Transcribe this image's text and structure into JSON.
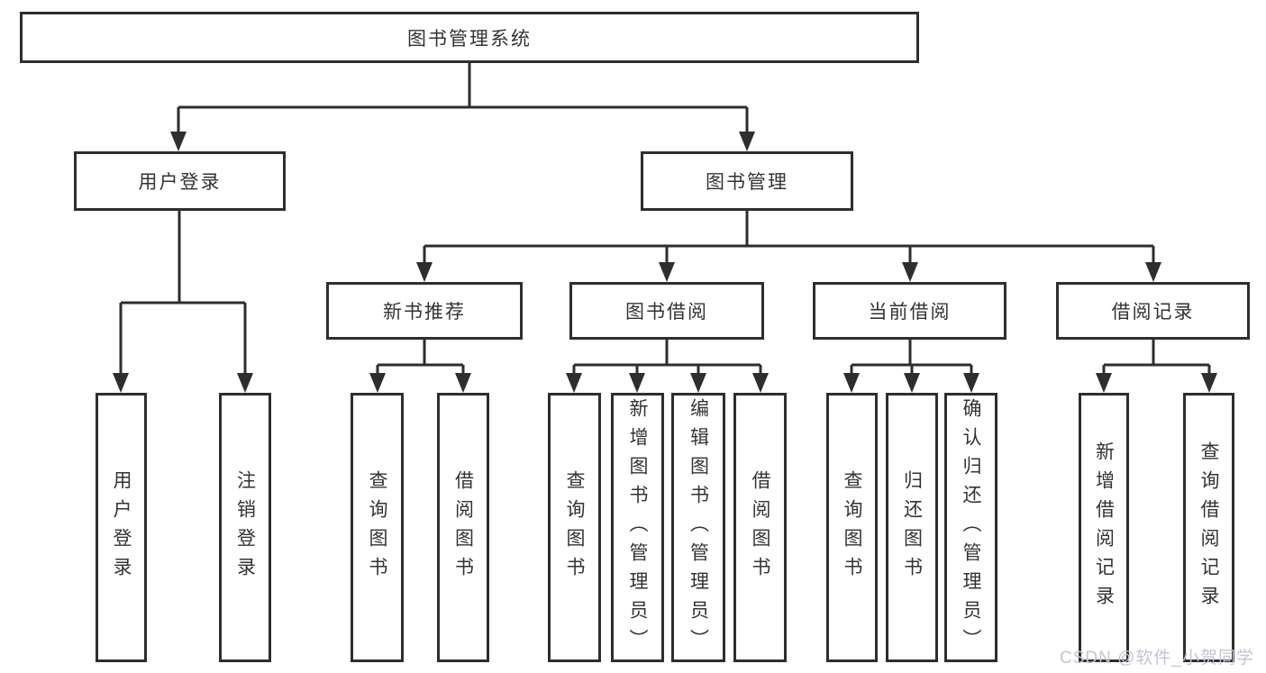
{
  "diagram": {
    "title": {
      "label": "图书管理系统"
    },
    "branches": [
      {
        "label": "用户登录",
        "children": [
          {
            "label": "用户登录"
          },
          {
            "label": "注销登录"
          }
        ]
      },
      {
        "label": "图书管理",
        "children": [
          {
            "label": "新书推荐",
            "children": [
              {
                "label": "查询图书"
              },
              {
                "label": "借阅图书"
              }
            ]
          },
          {
            "label": "图书借阅",
            "children": [
              {
                "label": "查询图书"
              },
              {
                "label": "新增图书（管理员）"
              },
              {
                "label": "编辑图书（管理员）"
              },
              {
                "label": "借阅图书"
              }
            ]
          },
          {
            "label": "当前借阅",
            "children": [
              {
                "label": "查询图书"
              },
              {
                "label": "归还图书"
              },
              {
                "label": "确认归还（管理员）"
              }
            ]
          },
          {
            "label": "借阅记录",
            "children": [
              {
                "label": "新增借阅记录"
              },
              {
                "label": "查询借阅记录"
              }
            ]
          }
        ]
      }
    ]
  },
  "watermark": {
    "text": "CSDN @软件_小贺同学",
    "color": "#c3c5d1"
  },
  "colors": {
    "line": "#2e2e2e",
    "border": "#2e2e2e",
    "text": "#333333",
    "background": "#ffffff",
    "box_fill": "#ffffff"
  }
}
